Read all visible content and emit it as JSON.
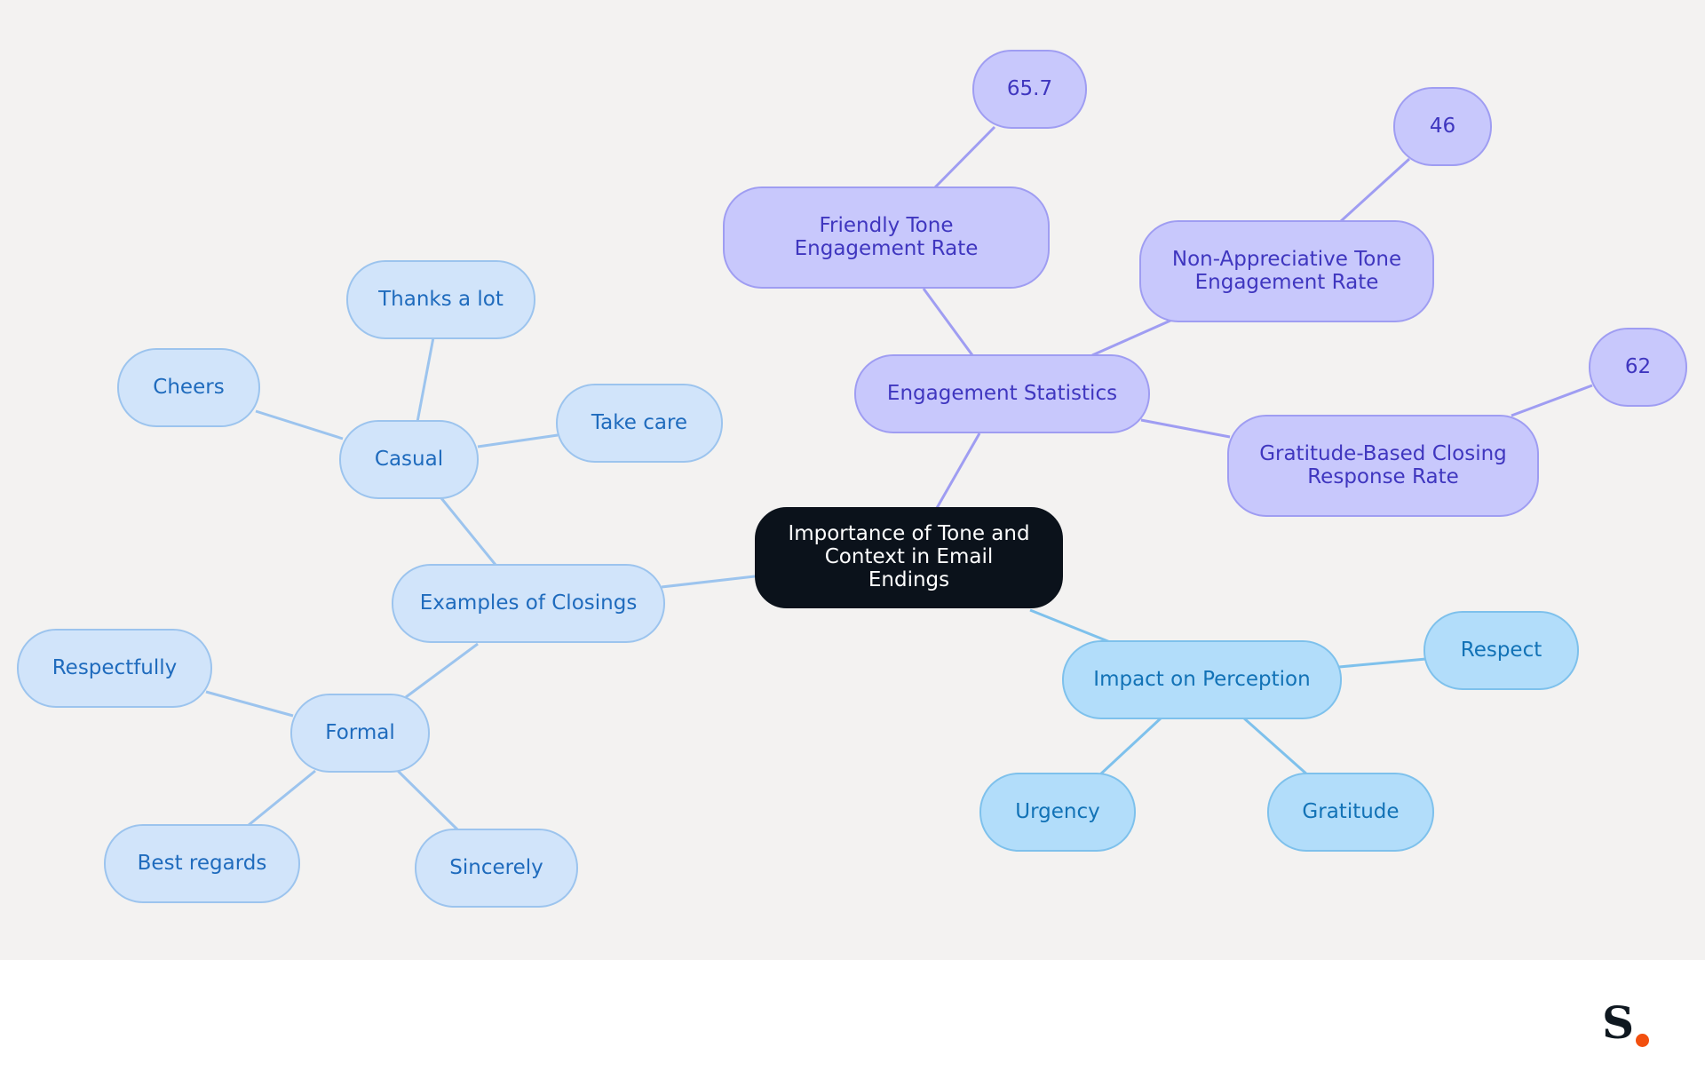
{
  "diagram": {
    "root": {
      "label": "Importance of Tone and Context in Email Endings"
    },
    "examples": {
      "label": "Examples of Closings",
      "casual": {
        "label": "Casual",
        "items": [
          "Thanks a lot",
          "Cheers",
          "Take care"
        ]
      },
      "formal": {
        "label": "Formal",
        "items": [
          "Respectfully",
          "Best regards",
          "Sincerely"
        ]
      }
    },
    "engagement": {
      "label": "Engagement Statistics",
      "friendly": {
        "label": "Friendly Tone Engagement Rate",
        "value": "65.7"
      },
      "non_appreciative": {
        "label": "Non-Appreciative Tone Engagement Rate",
        "value": "46"
      },
      "gratitude": {
        "label": "Gratitude-Based Closing Response Rate",
        "value": "62"
      }
    },
    "perception": {
      "label": "Impact on Perception",
      "items": [
        "Respect",
        "Urgency",
        "Gratitude"
      ]
    }
  },
  "colors": {
    "root": "#0b121b",
    "blue_branch": "#d1e4fa",
    "purple_branch": "#c8c8fc",
    "sky_branch": "#b2ddfa",
    "logo_accent": "#f2500f"
  },
  "logo": {
    "icon": "stripe-s-logo"
  }
}
